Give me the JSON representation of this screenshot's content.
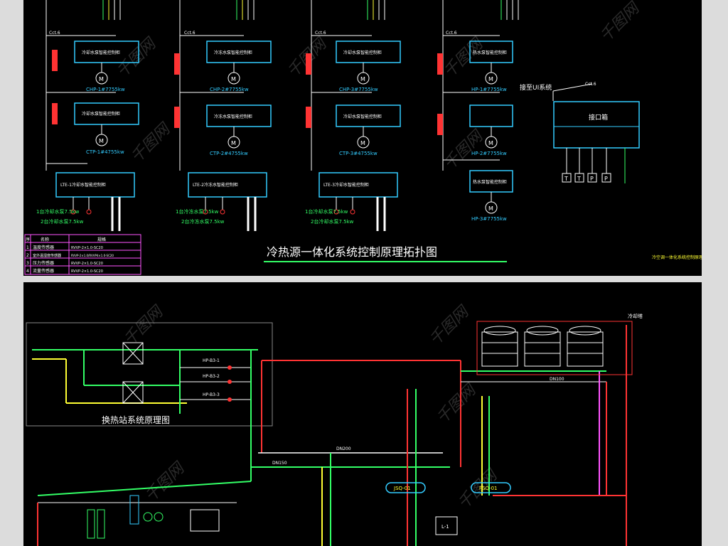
{
  "top_diagram": {
    "title": "冷热源一体化系统控制原理拓扑图",
    "note": "冷空调一体化系统控制原理图？",
    "groups": [
      {
        "unit_label": "冷却水泵智能控制柜",
        "motor1": "CHP-1#7755kw",
        "motor2": "CTP-1#4755kw",
        "panel": "LTE-1冷却水智能控制柜",
        "pumps": [
          "1台冷却水泵7.5kw",
          "2台冷却水泵7.5kw"
        ]
      },
      {
        "unit_label": "冷冻水泵智能控制柜",
        "motor1": "CHP-2#7755kw",
        "motor2": "CTP-2#4755kw",
        "panel": "LTE-2冷冻水智能控制柜",
        "pumps": [
          "1台冷冻水泵7.5kw",
          "2台冷冻水泵7.5kw"
        ]
      },
      {
        "unit_label": "冷却水泵智能控制柜",
        "motor1": "CHP-3#7755kw",
        "motor2": "CTP-3#4755kw",
        "panel": "LTE-3冷却水智能控制柜",
        "pumps": [
          "1台冷却水泵7.5kw",
          "2台冷却水泵7.5kw"
        ]
      },
      {
        "unit_label": "热水泵智能控制柜",
        "motor1": "HP-1#7755kw",
        "motor2": "HP-2#7755kw",
        "motor3": "HP-3#7755kw",
        "panel": "热水泵智能控制柜",
        "pumps": []
      }
    ],
    "cable_labels": [
      "Cct.6",
      "Cct.6",
      "Cct.6",
      "Cct.6"
    ],
    "interface": {
      "link_label": "接至UI系统",
      "box_label": "接口箱",
      "ports": [
        "T",
        "T",
        "P",
        "P"
      ],
      "comm": "Cct.6"
    },
    "legend": {
      "headers": [
        "序",
        "名称",
        "规格"
      ],
      "rows": [
        [
          "1",
          "温度传感器",
          "RVVP-2×1.0-SC20"
        ],
        [
          "2",
          "室外温湿度传感器",
          "RVVP-2×1.0/RVVP4×1.0-SC20"
        ],
        [
          "3",
          "压力传感器",
          "RVVP-2×1.0-SC20"
        ],
        [
          "4",
          "流量传感器",
          "RVVP-2×1.0-SC20"
        ]
      ]
    }
  },
  "bottom_diagram": {
    "inset_title": "换热站系统原理图",
    "labels": {
      "dn200": "DN200",
      "dn150": "DN150",
      "dn100": "DN100",
      "jsq": "JSQ-01",
      "fsq": "FSQ-01",
      "lr": "L-1",
      "hp1": "HP-B3-1",
      "hp2": "HP-B3-2",
      "hp3": "HP-B3-3",
      "crossing": "冷却塔"
    }
  },
  "colors": {
    "background": "#000000",
    "box": "#33ccff",
    "pipe_green": "#33ff66",
    "pipe_yellow": "#ffff33",
    "pipe_red": "#ff3333",
    "pipe_magenta": "#ff55ff"
  }
}
